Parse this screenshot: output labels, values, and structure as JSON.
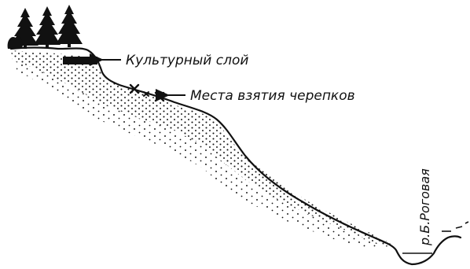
{
  "labels": {
    "cultural_layer": "Культурный слой",
    "sample_sites": "Места взятия черепков",
    "river": "р.Б.Роговая"
  },
  "colors": {
    "ink": "#111111",
    "paper": "#ffffff"
  },
  "icons": {
    "trees": "spruce-tree-icon",
    "sample_marks": "x-mark-icon",
    "arrows": "arrow-left-icon"
  }
}
